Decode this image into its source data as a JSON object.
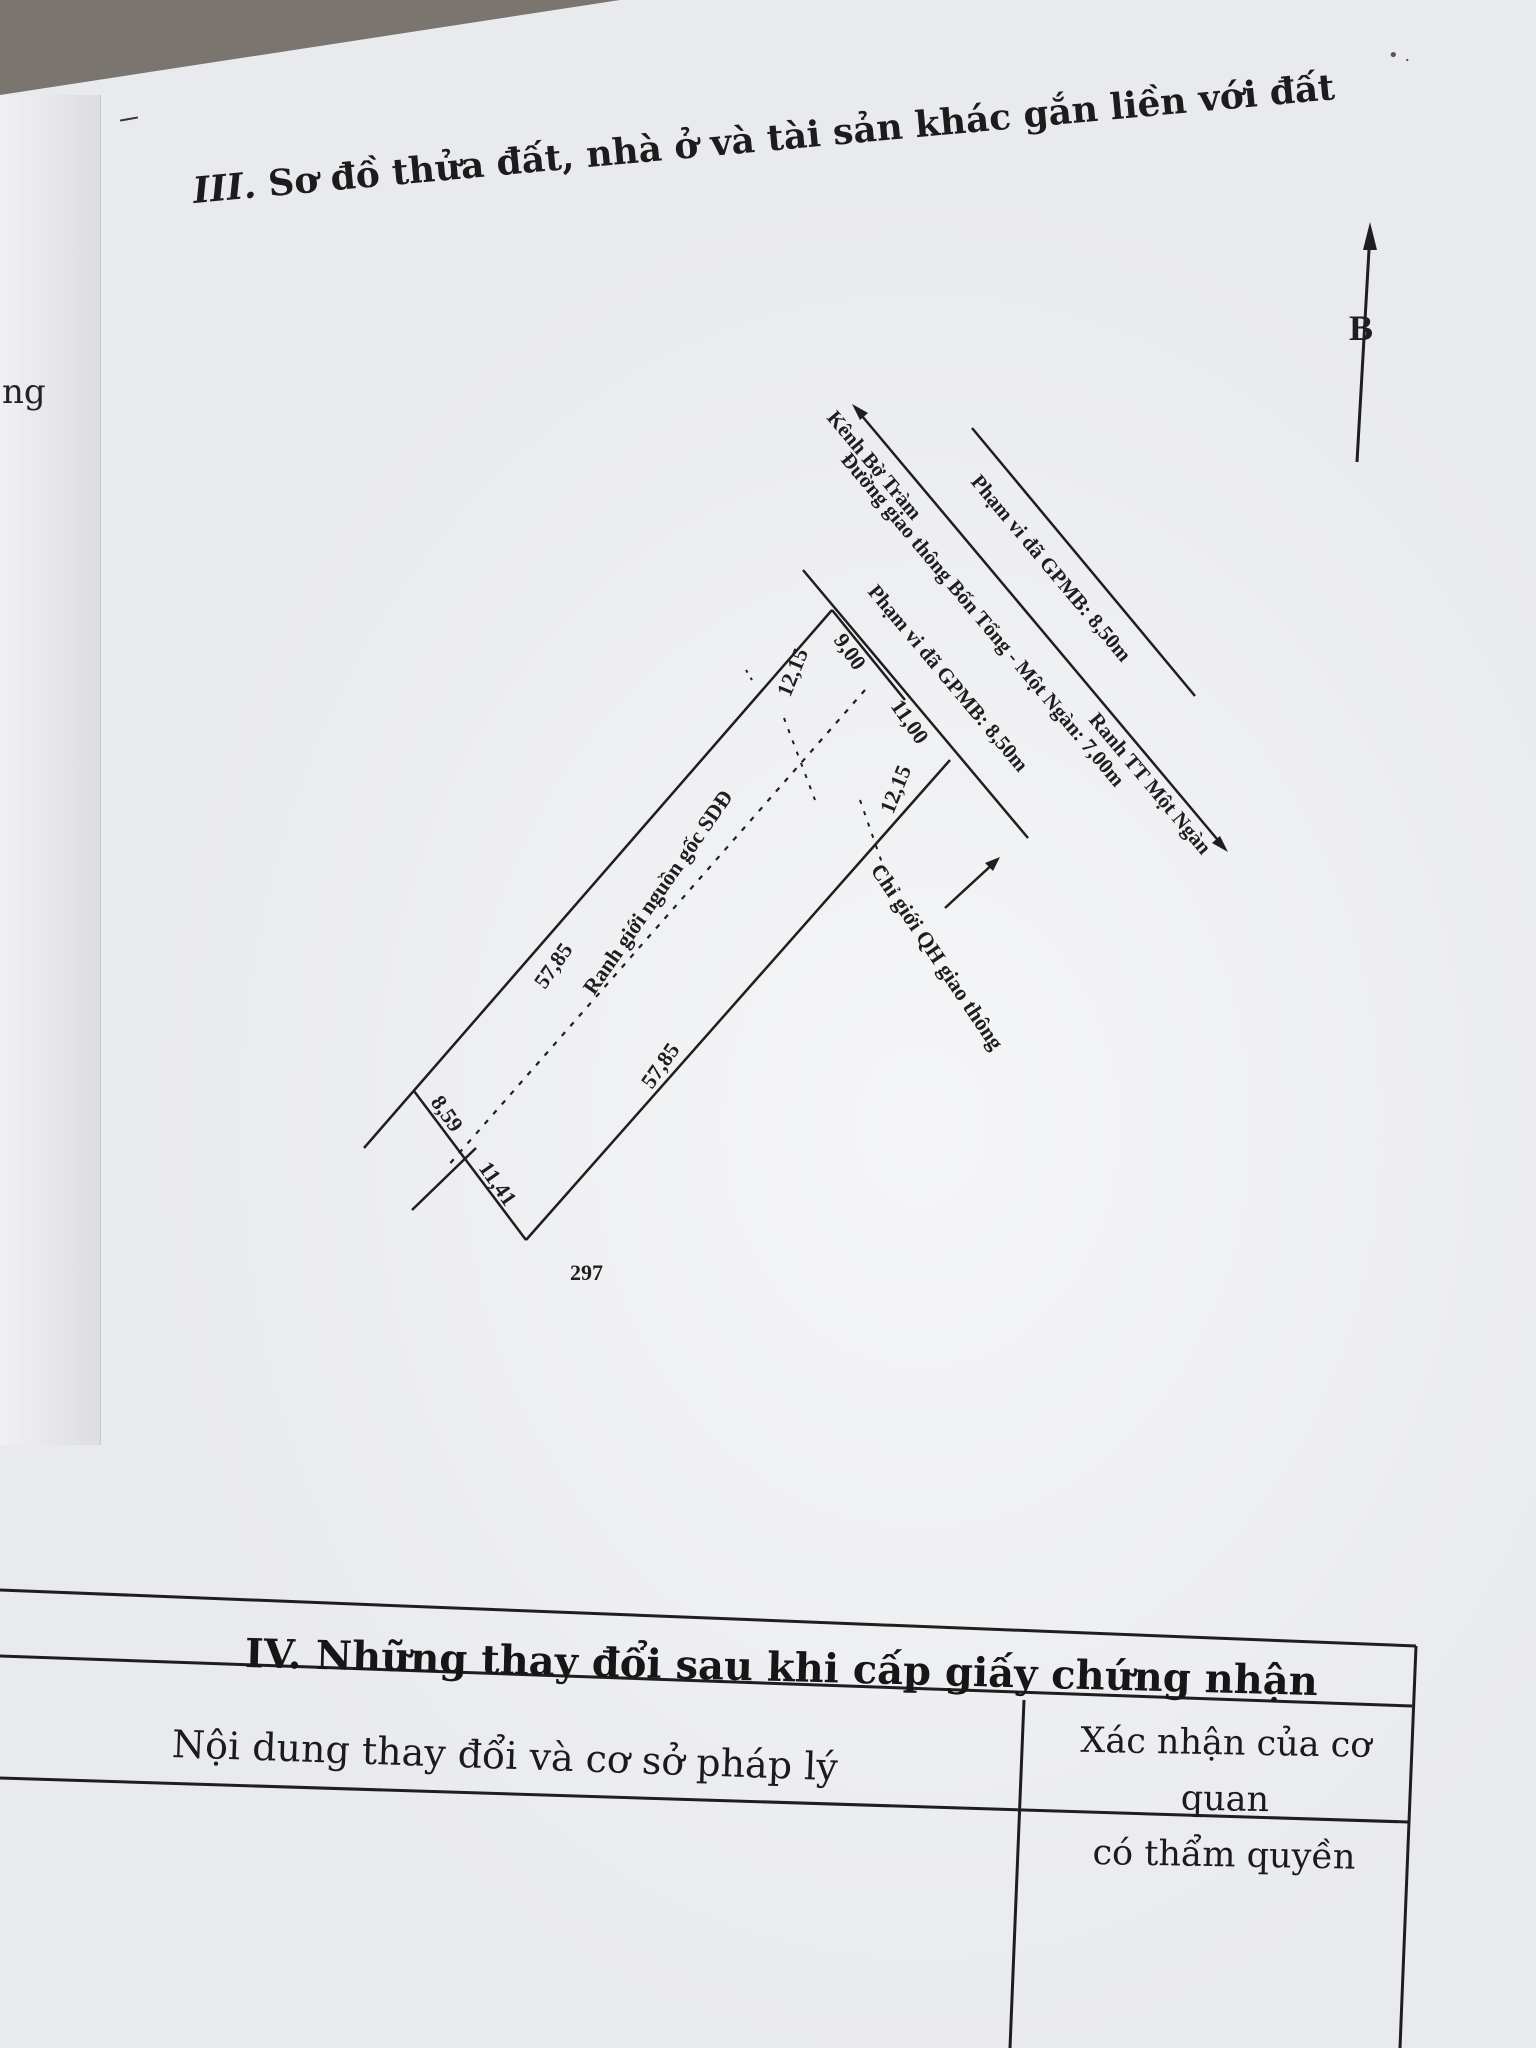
{
  "page_fragment_left": "ng",
  "section3": {
    "roman": "III.",
    "title": "Sơ đồ thửa đất, nhà ở và tài sản khác gắn liền với đất"
  },
  "diagram": {
    "north_label": "B",
    "labels": {
      "canal": "Kênh Bờ Tràm",
      "road": "Đường giao thông Bốn Tổng - Một Ngàn: 7,00m",
      "town_boundary": "Ranh TT Một Ngàn",
      "clearance_upper": "Phạm vi đã GPMB: 8,50m",
      "clearance_lower": "Phạm vi đã GPMB: 8,50m",
      "traffic_plan_boundary": "Chỉ giới QH giao thông",
      "origin_boundary": "Ranh giới nguồn gốc SDĐ"
    },
    "dimensions": {
      "top_left_width": "12,15",
      "top_mid": "9,00",
      "top_right_11": "11,00",
      "top_right_12": "12,15",
      "left_side_length": "57,85",
      "right_side_length": "57,85",
      "bottom_left": "8,59",
      "bottom_right": "11,41"
    },
    "parcel_number": "297"
  },
  "section4": {
    "roman": "IV.",
    "title": "Những thay đổi sau khi cấp giấy chứng nhận",
    "col_content": "Nội dung thay đổi và cơ sở pháp lý",
    "col_confirm_line1": "Xác nhận của cơ quan",
    "col_confirm_line2": "có thẩm quyền"
  }
}
